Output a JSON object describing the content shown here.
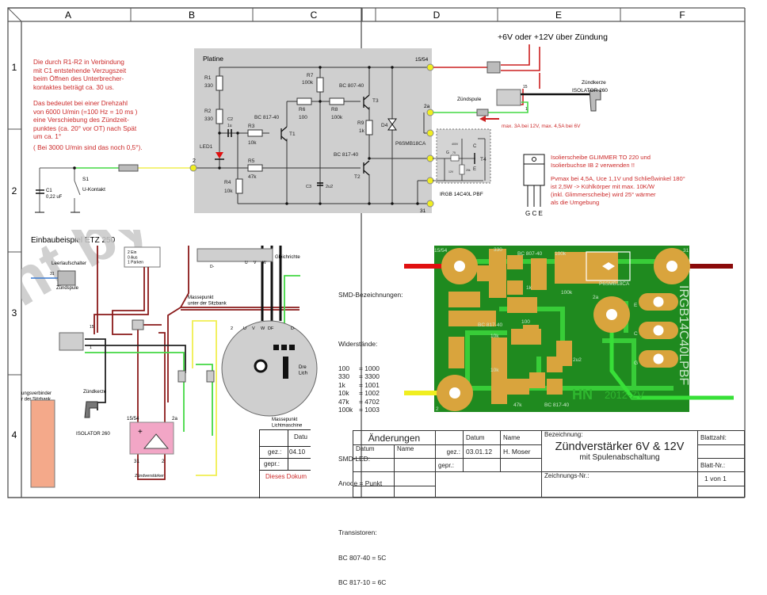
{
  "frame": {
    "columns": [
      "A",
      "B",
      "C",
      "D",
      "E",
      "F"
    ],
    "rows": [
      "1",
      "2",
      "3",
      "4"
    ]
  },
  "circuit": {
    "board_label": "Platine",
    "note_delay": "Die durch R1-R2 in Verbindung\nmit C1 entstehende Verzugszeit\nbeim Öffnen des Unterbrecher-\nkontaktes beträgt ca. 30 us.",
    "note_shift": "Das bedeutet bei einer Drehzahl\nvon 6000 U/min (=100 Hz = 10 ms )\neine Verschiebung des Zündzeit-\npunktes (ca. 20° vor OT) nach Spät\num ca. 1°",
    "note_3000": "( Bei 3000 U/min sind das noch 0,5°).",
    "components": {
      "r1": "R1",
      "r1_val": "330",
      "r2": "R2",
      "r2_val": "330",
      "c2": "C2",
      "c2_val": "1u",
      "r3": "R3",
      "r3_val": "10k",
      "r4": "R4",
      "r4_val": "10k",
      "r5": "R5",
      "r5_val": "47k",
      "r6": "R6",
      "r6_val": "100",
      "r7": "R7",
      "r7_val": "100k",
      "r8": "R8",
      "r8_val": "100k",
      "r9": "R9",
      "r9_val": "1k",
      "c3": "C3",
      "c3_val": "2u2",
      "led": "LED1",
      "t1": "T1",
      "t1_type": "BC 817-40",
      "t2": "T2",
      "t2_type": "BC 817-40",
      "t3": "T3",
      "t3_type": "BC 807-40",
      "d4": "D4",
      "d4_type": "P6SMB18CA",
      "t4": "T4",
      "t4_type": "IRGB 14C40L PBF",
      "t4_g": "G",
      "t4_c": "C",
      "t4_e": "E",
      "t4_z1": "400V",
      "t4_z2": "12V",
      "t4_r1": "75",
      "t4_r2": "25k",
      "c1": "C1",
      "c1_val": "0,22 uF",
      "s1": "S1",
      "s1_name": "U-Kontakt"
    },
    "terminals": {
      "t2": "2",
      "t1554": "15/54",
      "t2a": "2a",
      "t31": "31"
    },
    "supply": "+6V oder +12V über Zündung",
    "coil": "Zündspule",
    "coil_pin15": "15",
    "coil_pin1": "1",
    "plug_title": "Zündkerze",
    "plug_name": "ISOLATOR 260",
    "current_note": "max. 3A bei 12V, max. 4,5A bei 6V",
    "to220_pins": "G C E",
    "insulation_note": "Isolierscheibe GLIMMER TO 220 und\nIsolierbuchse IB 2 verwenden !!",
    "power_note": "Pvmax bei 4,5A, Uce 1,1V und Schließwinkel 180°\nist 2,5W -> Kühlkörper mit max. 10K/W\n(inkl. Glimmerscheibe) wird 25° wärmer\nals die Umgebung"
  },
  "install": {
    "title": "Einbaubeispiel ETZ 250",
    "leerlauf": "Leerlaufschalter",
    "leerlauf_pin": "31",
    "switch_note": "2 Ein\n0 Aus\n1 Parken",
    "masse1": "Massepunkt\nunter der Sitzbank",
    "gleichrichter": "Gleichrichte",
    "rect_d": "D-",
    "uvw": [
      "U",
      "V",
      "W"
    ],
    "gen_pins": [
      "2",
      "U",
      "V",
      "W",
      "DF",
      "D-"
    ],
    "coil": "Zündspule",
    "coil_15": "15",
    "coil_1": "1",
    "verbinder": "ungsverbinder\nr der Sitzbank",
    "plug_title": "Zündkerze",
    "plug_name": "ISOLATOR 260",
    "amp_1554": "15/54",
    "amp_2a": "2a",
    "amp_31": "31",
    "amp_2": "2",
    "amp_name": "Zündverstärker",
    "dreh": "Dre\nLich",
    "masse2": "Massepunkt\nLichtmaschine",
    "watermark": "nt by w",
    "old_tb_datum": "Datu",
    "old_tb_gez": "gez.:",
    "old_tb_gez_val": "04.10",
    "old_tb_gepr": "gepr.:",
    "old_tb_doc": "Dieses Dokum"
  },
  "smd": {
    "title": "SMD-Bezeichnungen:",
    "res_title": "Widerstände:",
    "resistors": [
      {
        "v": "100",
        "c": "= 1000"
      },
      {
        "v": "330",
        "c": "= 3300"
      },
      {
        "v": "1k",
        "c": "= 1001"
      },
      {
        "v": "10k",
        "c": "= 1002"
      },
      {
        "v": "47k",
        "c": "= 4702"
      },
      {
        "v": "100k",
        "c": "= 1003"
      }
    ],
    "led_title": "SMD-LED:",
    "led_value": "Anode = Punkt",
    "tr_title": "Transistoren:",
    "transistors": [
      "BC 807-40 = 5C",
      "BC 817-10 = 6C"
    ]
  },
  "pcb": {
    "pad_1554": "15/54",
    "pad_31": "31",
    "pad_2a": "2a",
    "pad_2": "2",
    "r330": "330",
    "t3": "BC 807-40",
    "r100k_a": "100k",
    "r100k_b": "100k",
    "r1k": "1k",
    "d4": "P6SMB18CA",
    "chip": "IRGB14C40LPBF",
    "pin_e": "E",
    "pin_c": "C",
    "pin_g": "G",
    "t1": "BC 817-40",
    "r100": "100",
    "r10k_a": "10k",
    "r10k_b": "10k",
    "c2u2": "2u2",
    "r47k": "47k",
    "t2": "BC 817-40",
    "logo": "HN",
    "year": "2012-ZV"
  },
  "title_block": {
    "changes": "Änderungen",
    "col_date": "Datum",
    "col_name": "Name",
    "datum_hdr": "Datum",
    "name_hdr": "Name",
    "gez": "gez.:",
    "gez_date": "03.01.12",
    "gez_name": "H. Moser",
    "gepr": "gepr.:",
    "bez_label": "Bezeichnung:",
    "title": "Zündverstärker 6V & 12V",
    "subtitle": "mit Spulenabschaltung",
    "drawing_no_label": "Zeichnungs-Nr.:",
    "sheets_label": "Blattzahl:",
    "sheet_no_label": "Blatt-Nr.:",
    "sheet_value": "1 von 1"
  },
  "colors": {
    "note_red": "#cc2a2a",
    "board_grey": "#cfcfcf",
    "pcb_green": "#1f8a1f",
    "pcb_copper": "#d9a43d",
    "wire_red": "#cc2020",
    "wire_green": "#44d844",
    "wire_yellow": "#f0ee50",
    "amp_pink": "#f2a6c6"
  }
}
